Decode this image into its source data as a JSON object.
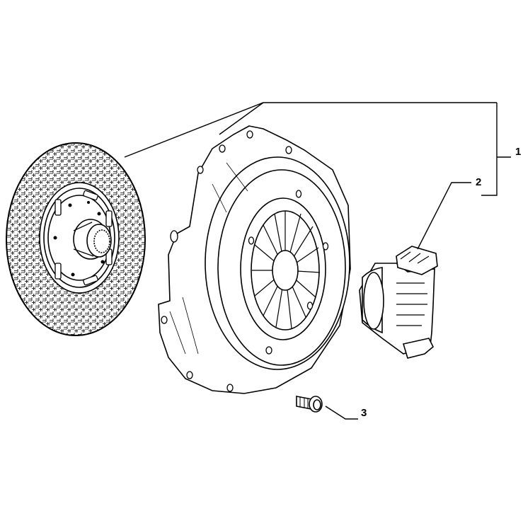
{
  "diagram": {
    "type": "exploded-parts-diagram",
    "line_color": "#000000",
    "background": "#ffffff",
    "parts": [
      {
        "ref": "1",
        "label": "1",
        "depicts": "clutch-disc-and-pressure-plate-kit"
      },
      {
        "ref": "2",
        "label": "2",
        "depicts": "release-bearing"
      },
      {
        "ref": "3",
        "label": "3",
        "depicts": "bolt"
      }
    ]
  }
}
